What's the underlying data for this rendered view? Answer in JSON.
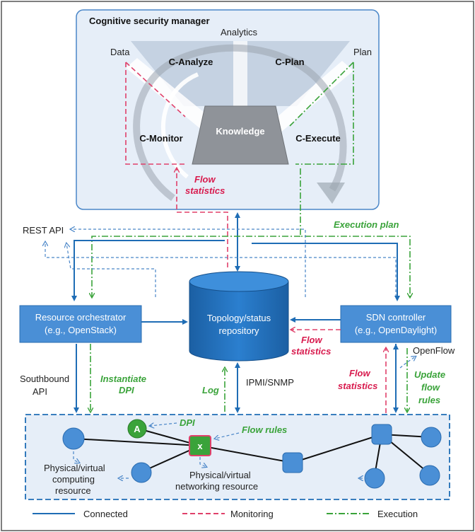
{
  "cognitive": {
    "title": "Cognitive security manager",
    "analytics": "Analytics",
    "data": "Data",
    "plan": "Plan",
    "c_analyze": "C-Analyze",
    "c_plan": "C-Plan",
    "c_monitor": "C-Monitor",
    "c_execute": "C-Execute",
    "knowledge": "Knowledge"
  },
  "flows": {
    "flow_statistics_1": "Flow",
    "flow_statistics_2": "statistics",
    "execution_plan": "Execution plan",
    "rest_api": "REST API"
  },
  "nodes": {
    "resource_orchestrator_1": "Resource orchestrator",
    "resource_orchestrator_2": "(e.g., OpenStack)",
    "repository_1": "Topology/status",
    "repository_2": "repository",
    "sdn_controller_1": "SDN controller",
    "sdn_controller_2": "(e.g., OpenDaylight)"
  },
  "lower": {
    "southbound_1": "Southbound",
    "southbound_2": "API",
    "instantiate_1": "Instantiate",
    "instantiate_2": "DPI",
    "log": "Log",
    "ipmi": "IPMI/SNMP",
    "flow_stats_mid_1": "Flow",
    "flow_stats_mid_2": "statistics",
    "flow_stats_right_1": "Flow",
    "flow_stats_right_2": "statistics",
    "openflow": "OpenFlow",
    "update_1": "Update",
    "update_2": "flow",
    "update_3": "rules"
  },
  "network": {
    "dpi": "DPI",
    "flow_rules": "Flow rules",
    "node_a": "A",
    "node_x": "x",
    "computing_1": "Physical/virtual",
    "computing_2": "computing",
    "computing_3": "resource",
    "networking_1": "Physical/virtual",
    "networking_2": "networking resource"
  },
  "legend": {
    "connected": "Connected",
    "monitoring": "Monitoring",
    "execution": "Execution"
  },
  "colors": {
    "blue": "#1f6db5",
    "red": "#e0406a",
    "green": "#3aa33a",
    "panel": "#e6eef8"
  }
}
